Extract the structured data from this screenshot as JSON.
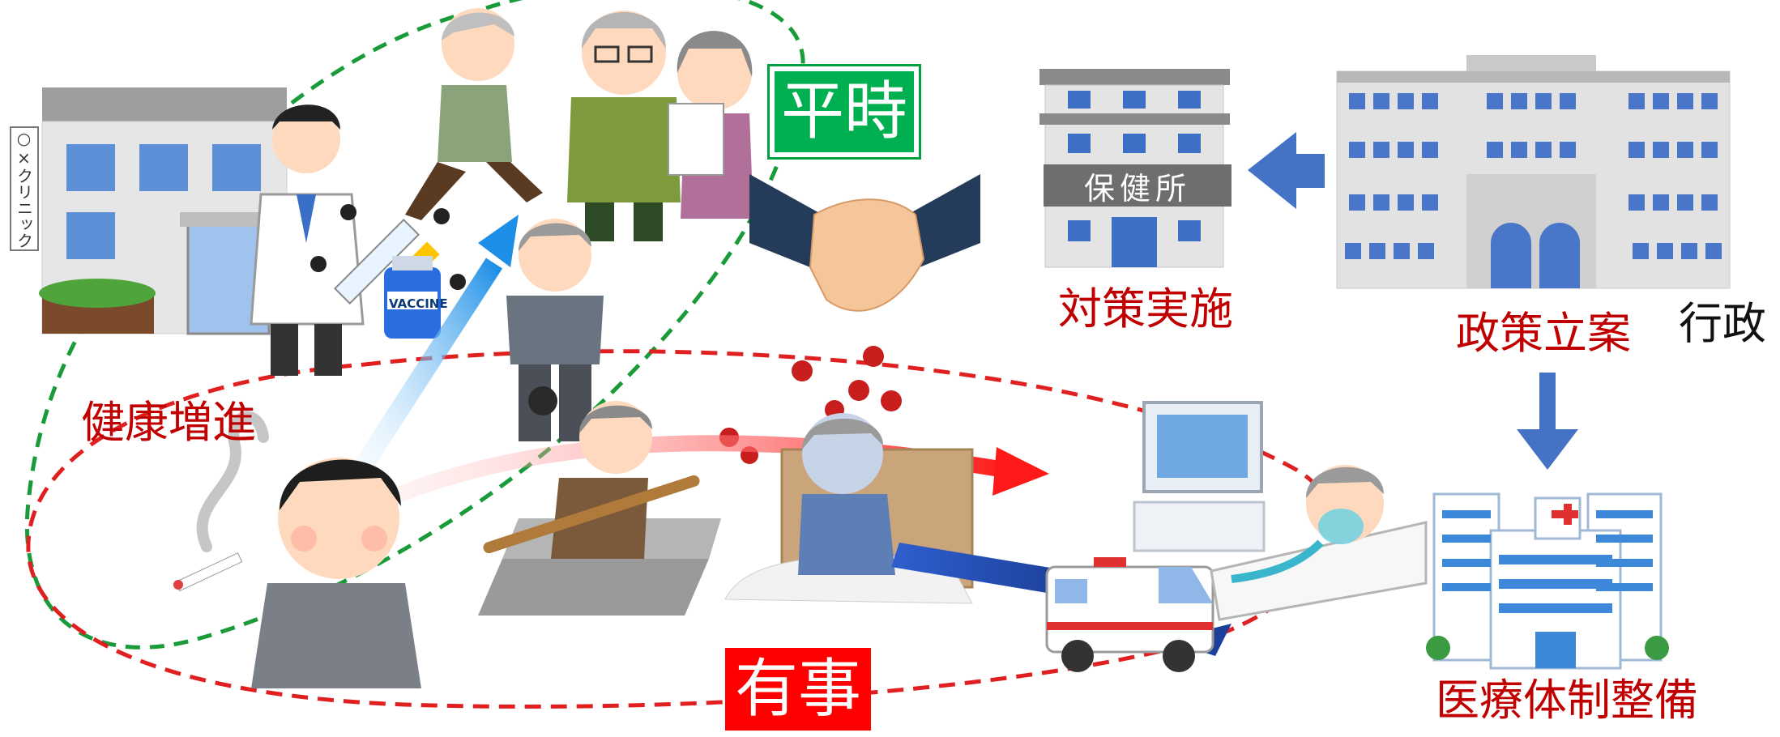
{
  "labels": {
    "heiji": "平時",
    "yuji": "有事",
    "kenko_zoushin": "健康増進",
    "taisaku_jisshi": "対策実施",
    "seisaku_rian": "政策立案",
    "gyousei": "行政",
    "iryou_taisei": "医療体制整備"
  },
  "signs": {
    "clinic": "○×クリニック",
    "hokenjo": "保健所",
    "vaccine": "VACCINE"
  },
  "colors": {
    "normal_loop": "#1a9b3a",
    "emergency_loop": "#e02020",
    "label_red": "#c00000",
    "heiji_box": "#00b050",
    "yuji_box": "#ff0000",
    "arrow_blue": "#4472c4"
  }
}
